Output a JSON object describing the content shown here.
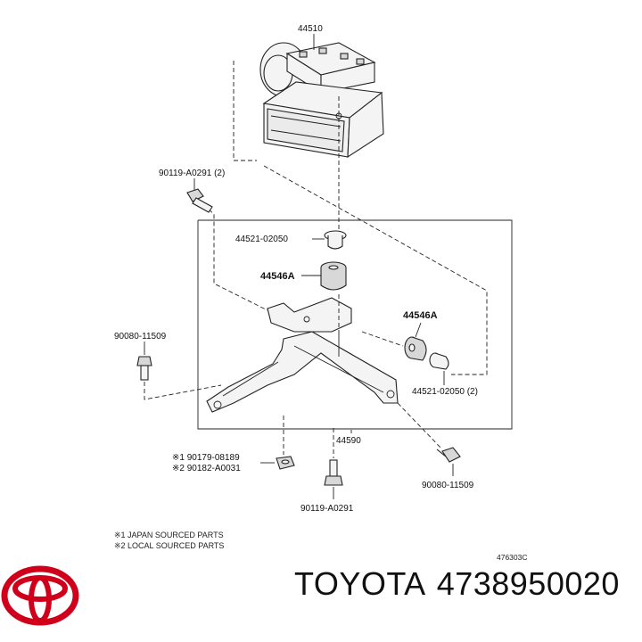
{
  "parts": {
    "actuator": "44510",
    "bolt_top": "90119-A0291 (2)",
    "collar_top": "44521-02050",
    "cushion_top": "44546A",
    "cushion_side": "44546A",
    "collar_side": "44521-02050 (2)",
    "bolt_left": "90080-11509",
    "bracket": "44590",
    "nut_note1": "※1 90179-08189",
    "nut_note2": "※2 90182-A0031",
    "bolt_bottom": "90119-A0291",
    "bolt_right": "90080-11509"
  },
  "notes": {
    "note1": "※1 JAPAN SOURCED PARTS",
    "note2": "※2 LOCAL SOURCED PARTS"
  },
  "diagram_code": "476303C",
  "brand": {
    "name": "TOYOTA",
    "part_number": "4738950020",
    "logo_color": "#d0001b"
  }
}
